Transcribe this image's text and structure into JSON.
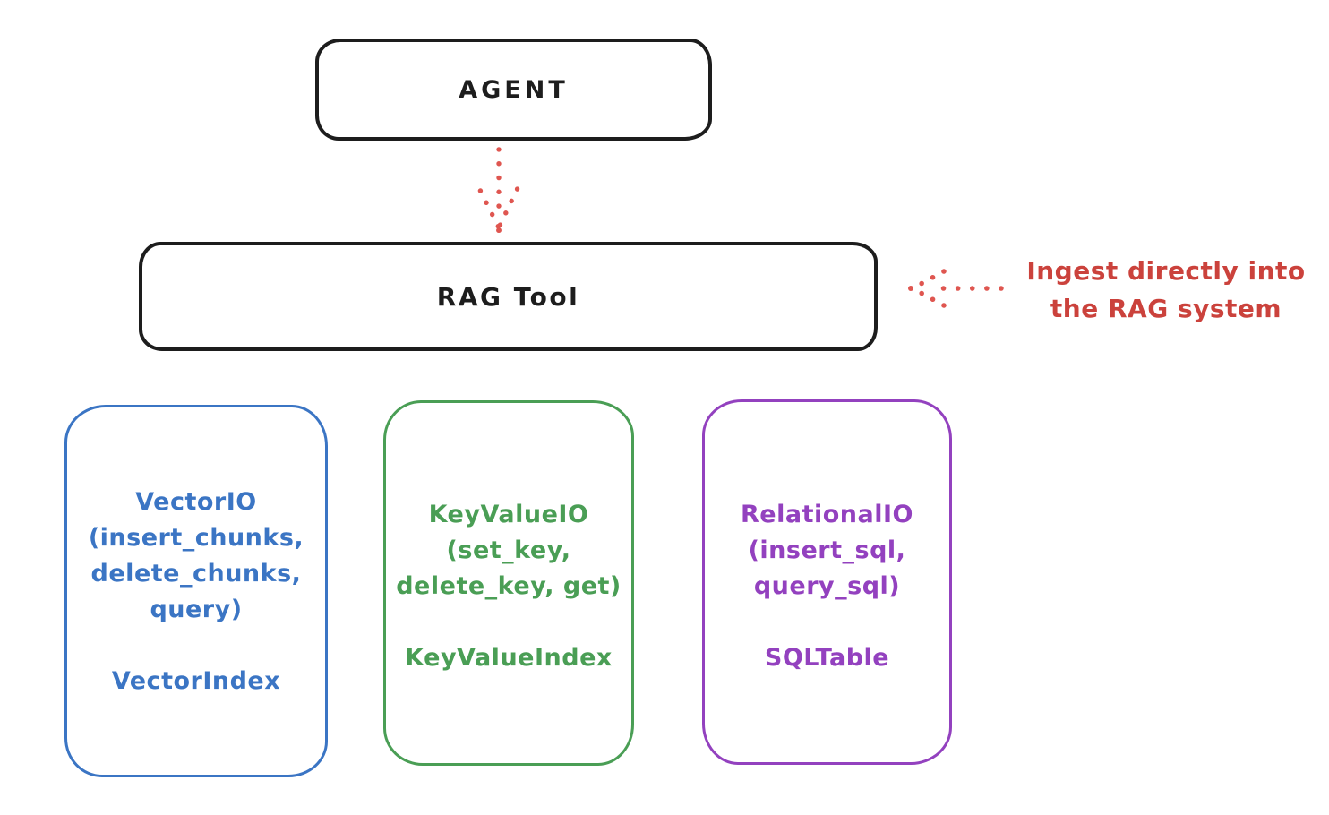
{
  "agent_box": {
    "label": "AGENT"
  },
  "rag_box": {
    "label": "RAG Tool"
  },
  "annotation": {
    "lines": [
      "Ingest directly into",
      "the RAG system"
    ]
  },
  "stores": {
    "vector": {
      "title": "VectorIO",
      "methods": [
        "(insert_chunks,",
        "delete_chunks,",
        "query)"
      ],
      "index": "VectorIndex",
      "color": "#3b75c4"
    },
    "keyvalue": {
      "title": "KeyValueIO",
      "methods": [
        "(set_key,",
        "delete_key, get)"
      ],
      "index": "KeyValueIndex",
      "color": "#4a9e55"
    },
    "relational": {
      "title": "RelationalIO",
      "methods": [
        "(insert_sql,",
        "query_sql)"
      ],
      "index": "SQLTable",
      "color": "#9341bf"
    }
  },
  "colors": {
    "box_stroke_black": "#1d1d1d",
    "annotation_red": "#cb423c",
    "arrow_dot_red": "#df5650",
    "vector_blue": "#3b75c4",
    "keyvalue_green": "#4a9e55",
    "relational_purple": "#9341bf",
    "background": "#ffffff"
  }
}
